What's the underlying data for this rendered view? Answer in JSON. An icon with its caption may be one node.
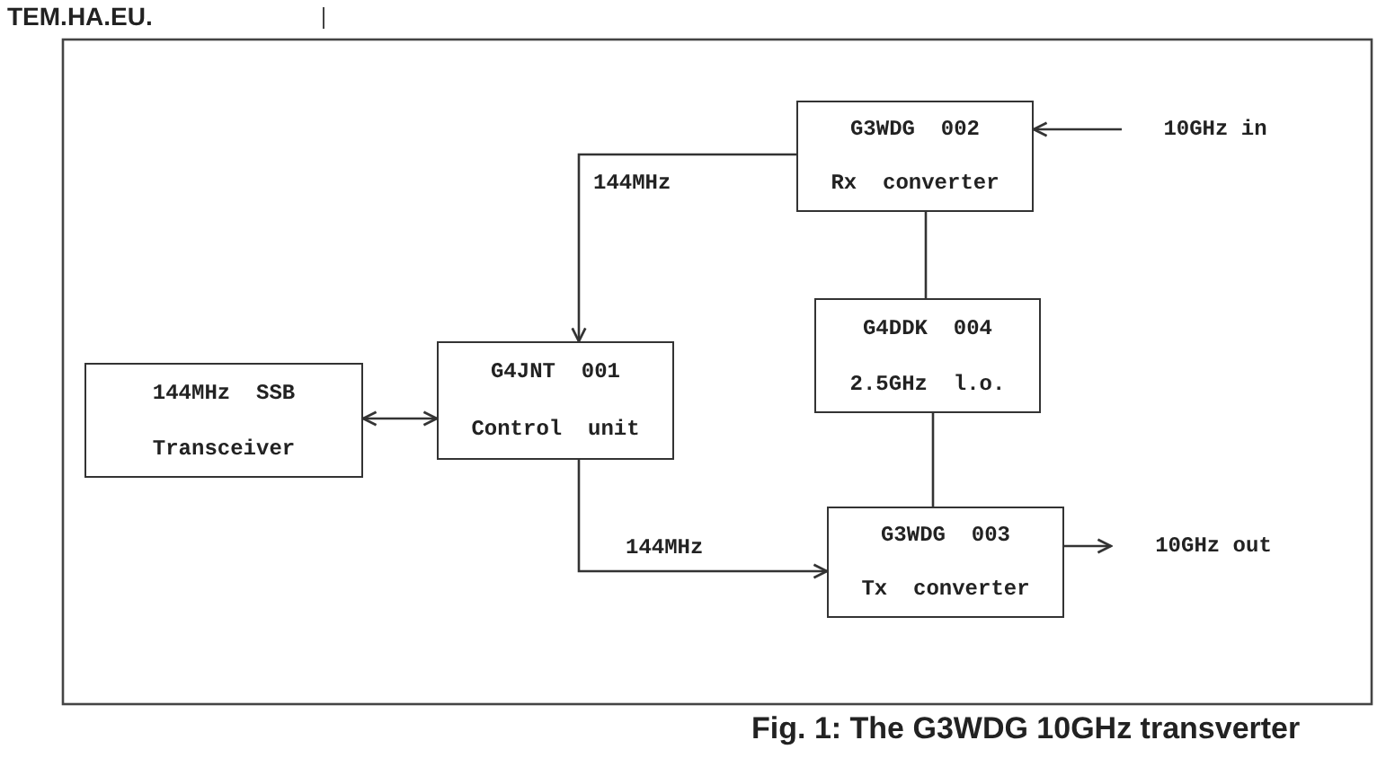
{
  "diagram": {
    "caption": "Fig. 1: The G3WDG 10GHz transverter",
    "nodes": [
      {
        "text": [
          "144MHz SSB",
          "Transceiver"
        ]
      },
      {
        "text": [
          "G4JNT 001",
          "Control unit"
        ]
      },
      {
        "text": [
          "G3WDG 002",
          "Rx converter"
        ]
      },
      {
        "text": [
          "G4DDK 004",
          "2.5GHz l.o."
        ]
      },
      {
        "text": [
          "G3WDG 003",
          "Tx converter"
        ]
      },
      {
        "text": [
          "10GHz in"
        ]
      },
      {
        "text": [
          "10GHz out"
        ]
      }
    ],
    "edges": [
      {
        "from": 0,
        "to": 1,
        "arrow": "both"
      },
      {
        "from": 2,
        "to": 1,
        "arrow": "to",
        "label": "144MHz"
      },
      {
        "from": 1,
        "to": 4,
        "arrow": "to",
        "label": "144MHz"
      },
      {
        "from": 2,
        "to": 3,
        "arrow": "none"
      },
      {
        "from": 3,
        "to": 4,
        "arrow": "none"
      },
      {
        "from": 5,
        "to": 2,
        "arrow": "to"
      },
      {
        "from": 4,
        "to": 6,
        "arrow": "to"
      }
    ],
    "labels": [
      "TEM.HA.EU."
    ]
  }
}
